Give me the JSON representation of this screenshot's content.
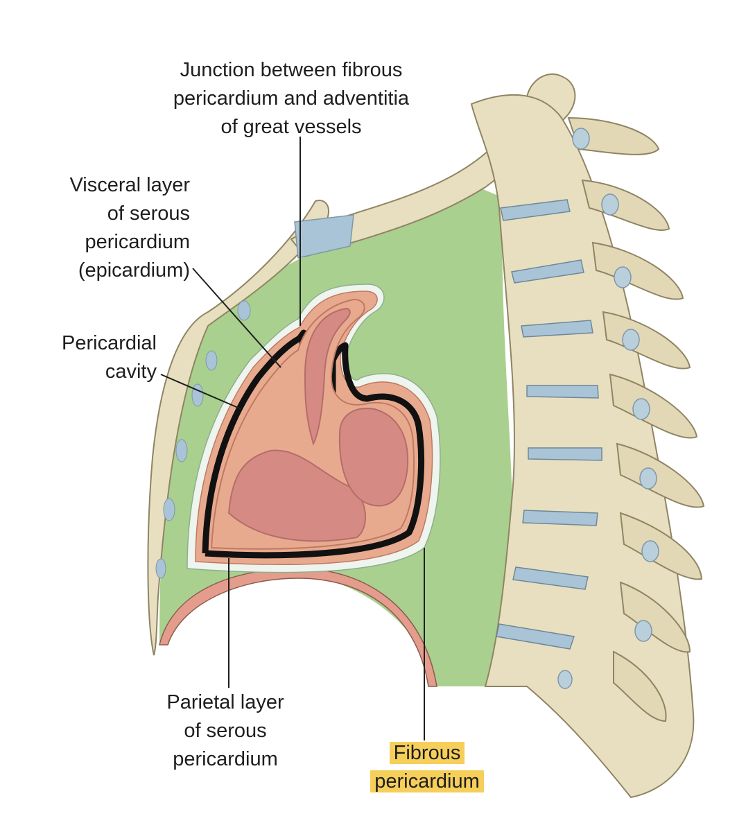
{
  "labels": {
    "junction": [
      "Junction between fibrous",
      "pericardium and adventitia",
      "of great vessels"
    ],
    "visceral": [
      "Visceral layer",
      "of serous",
      "pericardium",
      "(epicardium)"
    ],
    "cavity": [
      "Pericardial",
      "cavity"
    ],
    "parietal": [
      "Parietal layer",
      "of serous",
      "pericardium"
    ],
    "fibrous": [
      "Fibrous",
      "pericardium"
    ]
  },
  "highlight": {
    "label": "fibrous",
    "color": "#f6cf5b"
  },
  "colors": {
    "mediastinum": "#a9d08e",
    "bone": "#e8dfc0",
    "bone_outline": "#8f8463",
    "cartilage": "#a9c4d6",
    "pericardial_sac": "#e8aa8f",
    "heart": "#d68a84",
    "heart_chamber": "#cf7a78",
    "cavity_line": "#111111",
    "fibrous_edge": "#eef4ee",
    "diaphragm": "#e49d8d"
  }
}
